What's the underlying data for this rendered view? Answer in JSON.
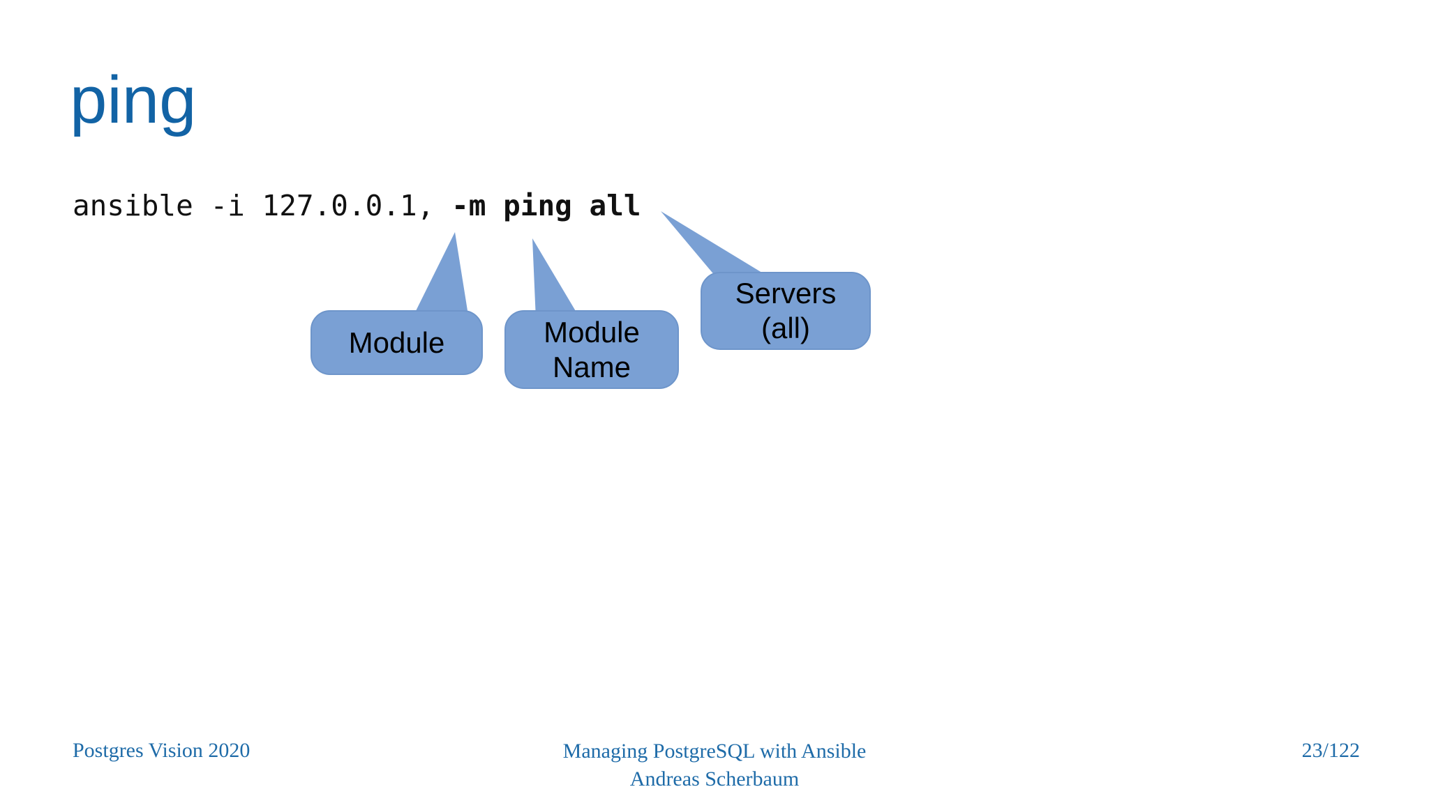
{
  "slide": {
    "title": "ping",
    "command": {
      "prefix": "ansible -i 127.0.0.1, ",
      "bold": "-m ping all"
    },
    "callouts": [
      {
        "name": "module",
        "lines": [
          "Module"
        ]
      },
      {
        "name": "module-name",
        "lines": [
          "Module",
          "Name"
        ]
      },
      {
        "name": "servers",
        "lines": [
          "Servers",
          "(all)"
        ]
      }
    ],
    "footer": {
      "left": "Postgres Vision 2020",
      "center_line1": "Managing PostgreSQL with Ansible",
      "center_line2": "Andreas Scherbaum",
      "right": "23/122"
    },
    "colors": {
      "title_blue": "#1263a5",
      "footer_blue": "#1e6ba8",
      "callout_fill": "#7aa0d4",
      "callout_border": "#6e95ca",
      "command_text": "#111111",
      "background": "#ffffff"
    }
  }
}
